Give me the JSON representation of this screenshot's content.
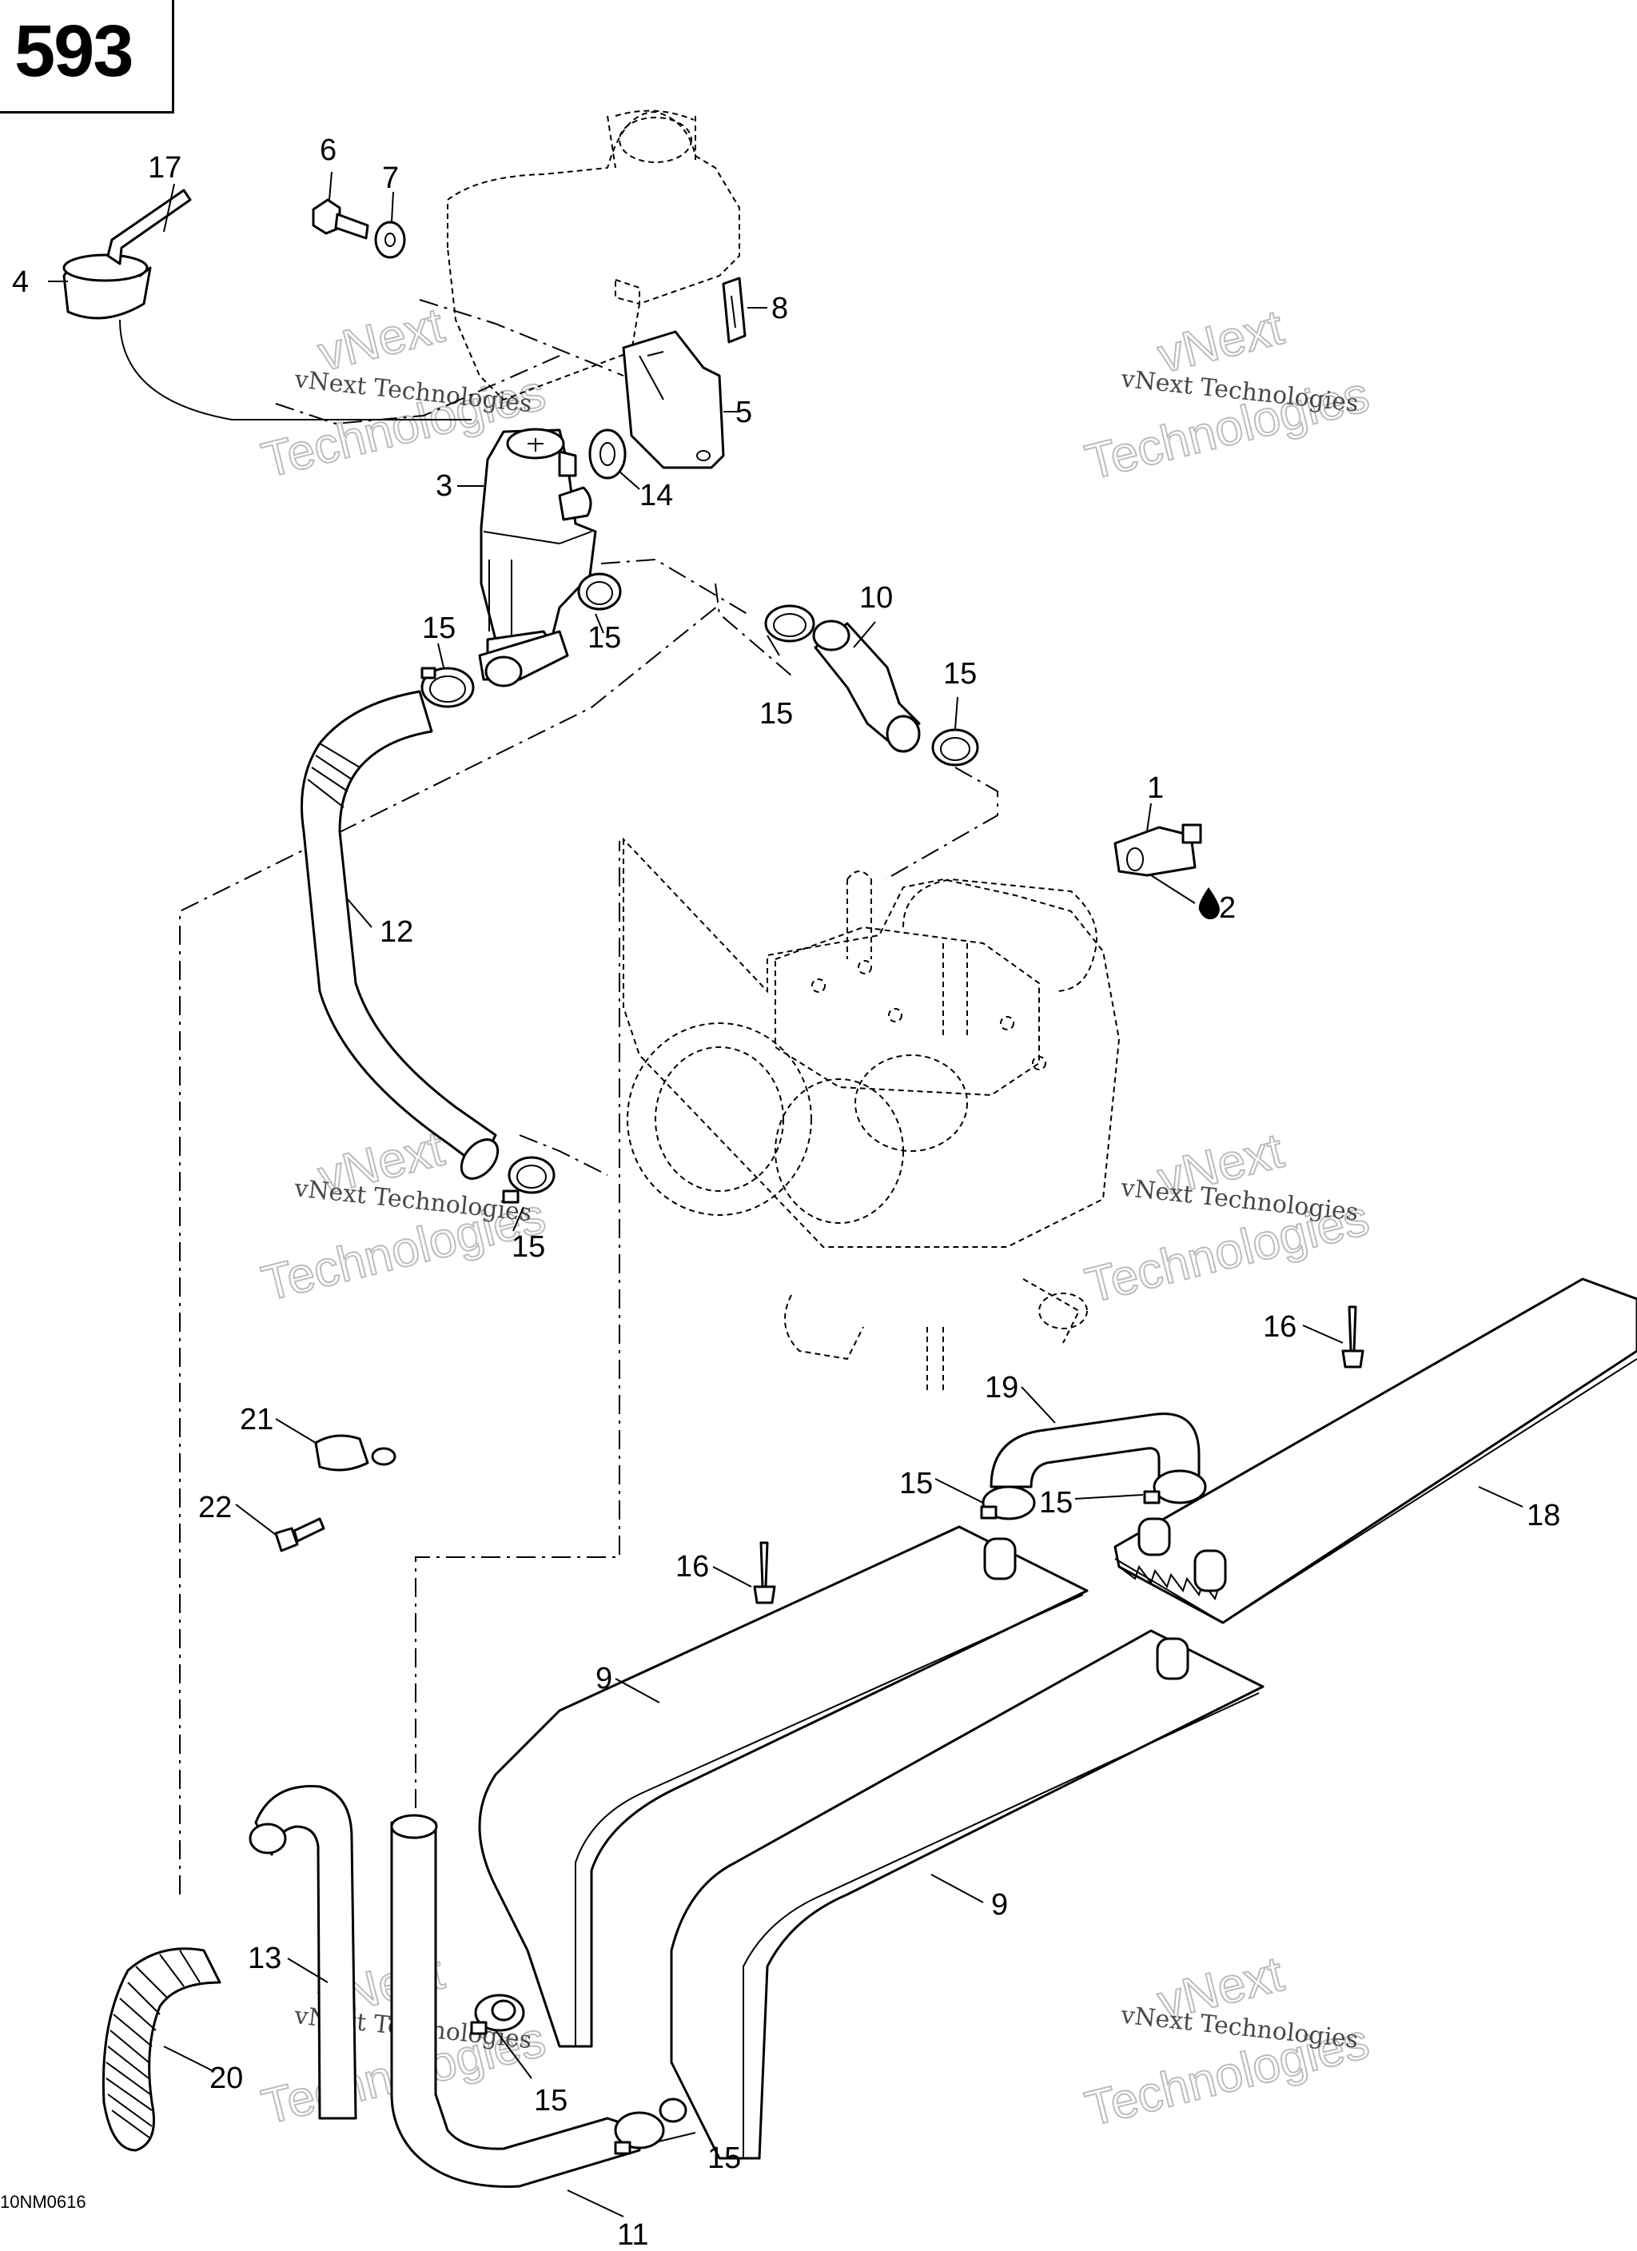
{
  "page": {
    "number": "593",
    "drawing_code": "10NM0616"
  },
  "watermark": {
    "line1": "vNext Technologies",
    "line2": "Technologies",
    "overlay": "vNext"
  },
  "labels": {
    "p1": "1",
    "p2": "2",
    "p3": "3",
    "p4": "4",
    "p5": "5",
    "p6": "6",
    "p7": "7",
    "p8": "8",
    "p9a": "9",
    "p9b": "9",
    "p10": "10",
    "p11": "11",
    "p12": "12",
    "p13": "13",
    "p14": "14",
    "p15a": "15",
    "p15b": "15",
    "p15c": "15",
    "p15d": "15",
    "p15e": "15",
    "p15f": "15",
    "p15g": "15",
    "p15h": "15",
    "p15i": "15",
    "p16a": "16",
    "p16b": "16",
    "p17": "17",
    "p18": "18",
    "p19": "19",
    "p20": "20",
    "p21": "21",
    "p22": "22"
  },
  "icons": {
    "drop": "oil-drop-icon"
  }
}
